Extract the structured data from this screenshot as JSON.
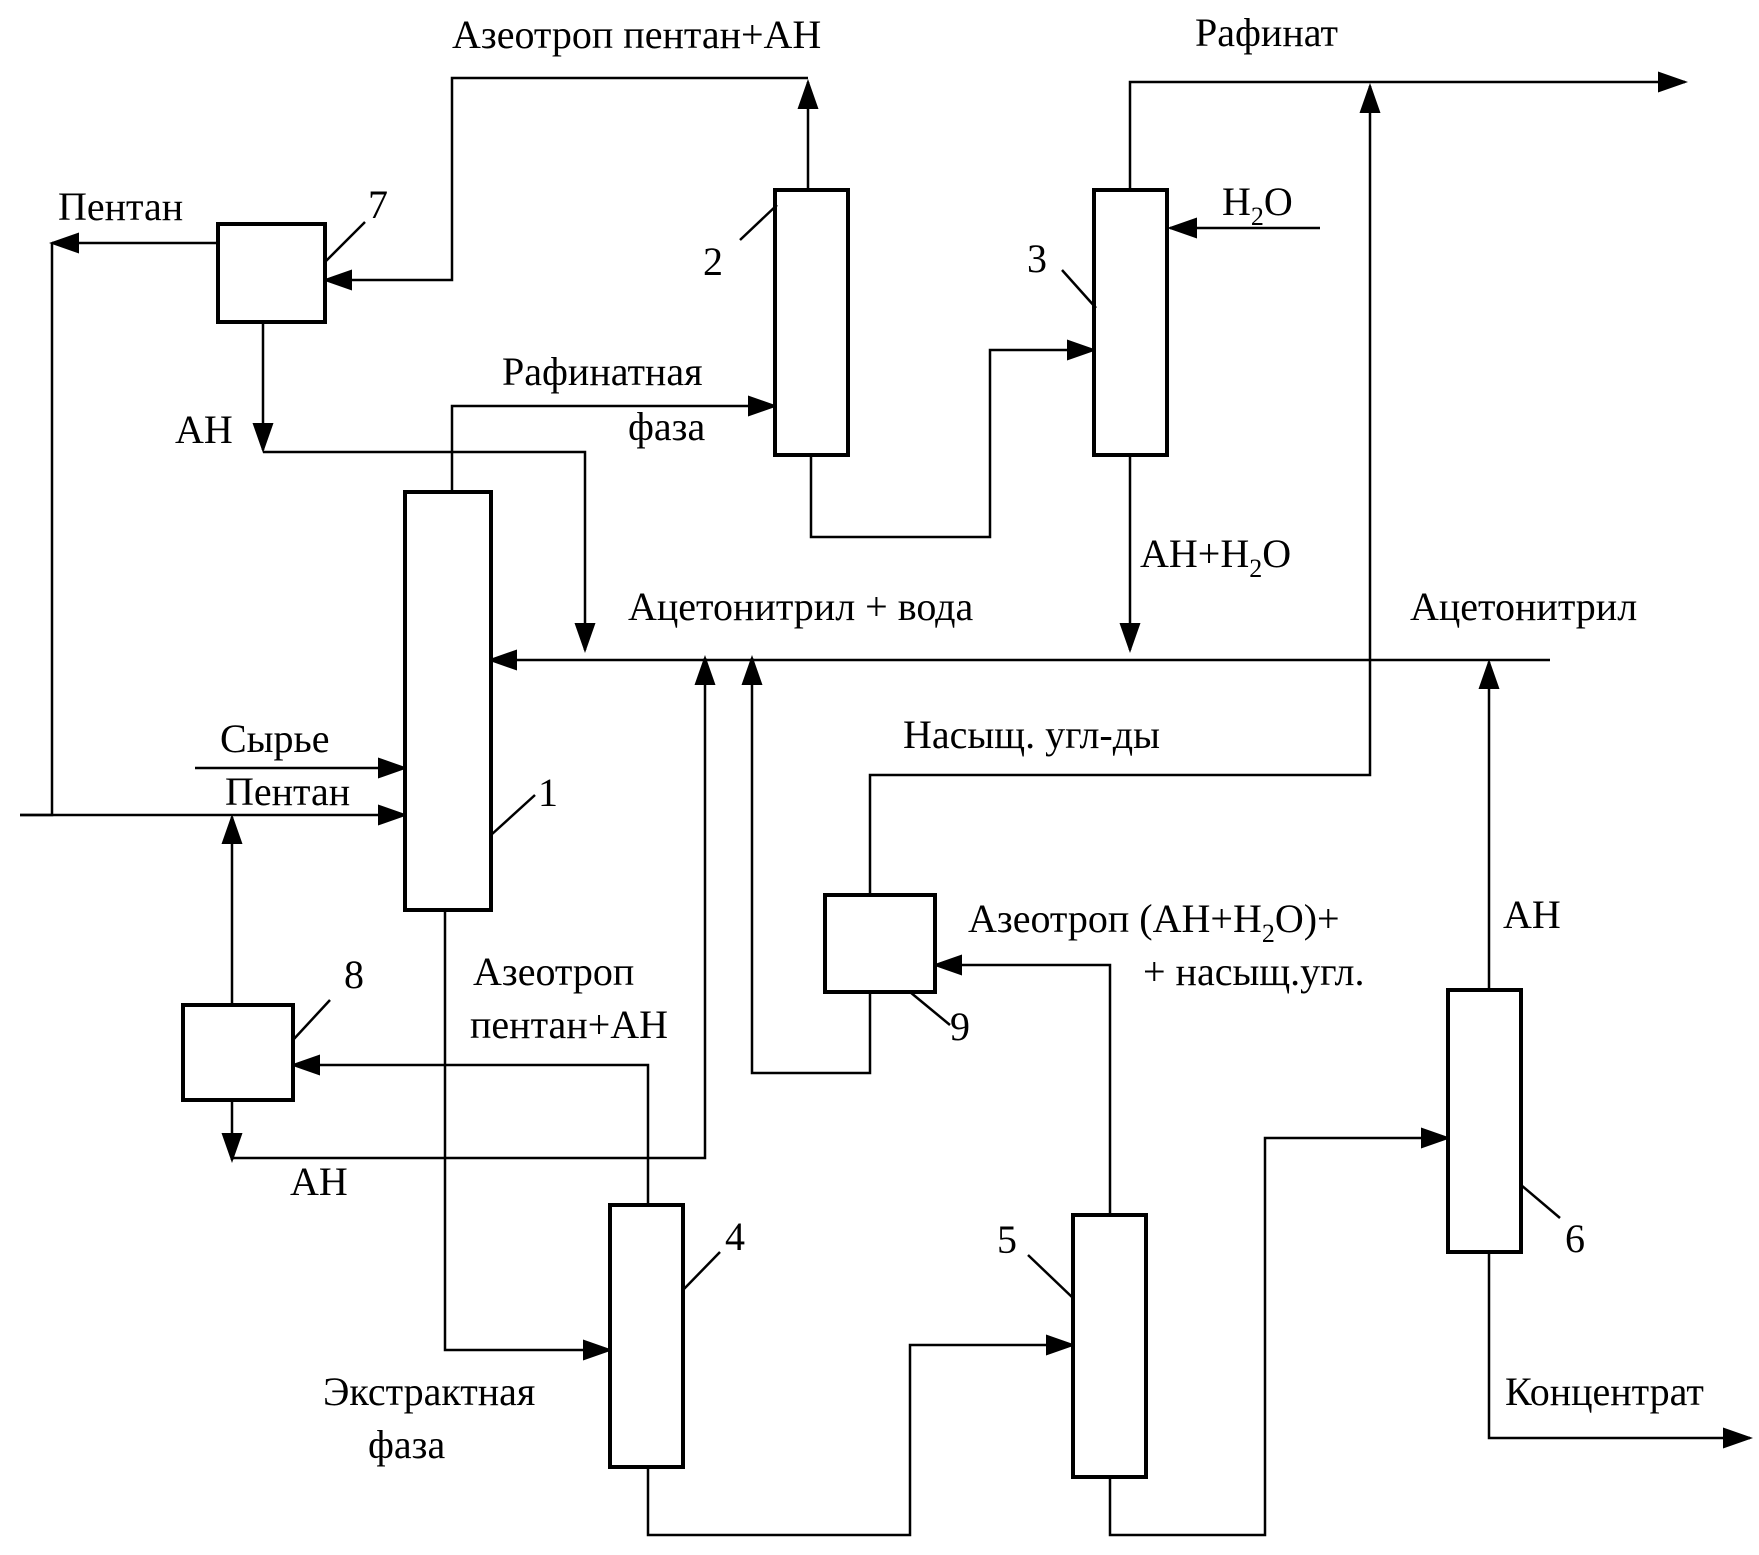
{
  "diagram": {
    "units": {
      "u1": "1",
      "u2": "2",
      "u3": "3",
      "u4": "4",
      "u5": "5",
      "u6": "6",
      "u7": "7",
      "u8": "8",
      "u9": "9"
    },
    "labels": {
      "azeotrope_top": "Азеотроп пентан+АН",
      "raffinate": "Рафинат",
      "pentane_out": "Пентан",
      "water_h": "H",
      "water_sub": "2",
      "water_o": "O",
      "raffinate_phase_1": "Рафинатная",
      "raffinate_phase_2": "фаза",
      "an_from_7": "АН",
      "an_h2o_1": "АН+H",
      "an_h2o_sub": "2",
      "an_h2o_2": "O",
      "acetonitrile_water": "Ацетонитрил + вода",
      "acetonitrile": "Ацетонитрил",
      "feed": "Сырье",
      "pentane_in": "Пентан",
      "saturated_hc": "Насыщ. угл-ды",
      "azeotrope_an_h2o_1": "Азеотроп (АН+H",
      "azeotrope_an_h2o_sub": "2",
      "azeotrope_an_h2o_2": "O)+",
      "azeotrope_an_h2o_3": "+ насыщ.угл.",
      "an_from_6": "АН",
      "azeotrope_bottom_1": "Азеотроп",
      "azeotrope_bottom_2": "пентан+АН",
      "an_from_8": "АН",
      "extract_phase_1": "Экстрактная",
      "extract_phase_2": "фаза",
      "concentrate": "Концентрат"
    }
  }
}
